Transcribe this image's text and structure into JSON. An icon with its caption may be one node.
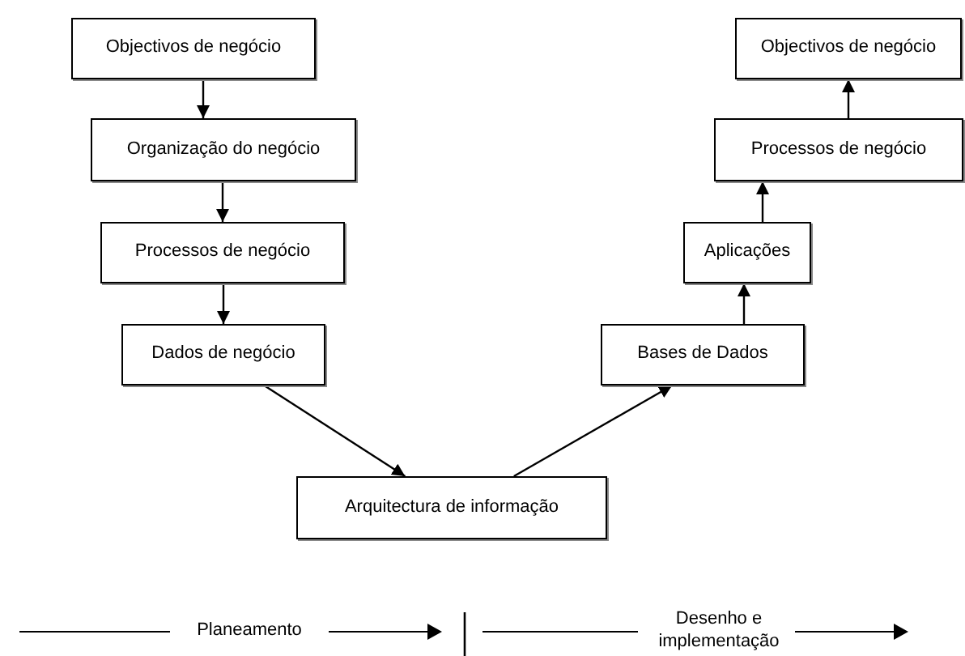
{
  "diagram": {
    "nodes": [
      {
        "text": [
          "Objectivos de negócio"
        ]
      },
      {
        "text": [
          "Organização do negócio"
        ]
      },
      {
        "text": [
          "Processos de negócio"
        ]
      },
      {
        "text": [
          "Dados de negócio"
        ]
      },
      {
        "text": [
          "Arquitectura de informação"
        ]
      },
      {
        "text": [
          "Bases de Dados"
        ]
      },
      {
        "text": [
          "Aplicações"
        ]
      },
      {
        "text": [
          "Processos de negócio"
        ]
      },
      {
        "text": [
          "Objectivos de negócio"
        ]
      }
    ],
    "edges": [
      {
        "from": 0,
        "to": 1,
        "arrow": "to"
      },
      {
        "from": 1,
        "to": 2,
        "arrow": "to"
      },
      {
        "from": 2,
        "to": 3,
        "arrow": "to"
      },
      {
        "from": 3,
        "to": 4,
        "arrow": "to"
      },
      {
        "from": 4,
        "to": 5,
        "arrow": "to"
      },
      {
        "from": 5,
        "to": 6,
        "arrow": "to"
      },
      {
        "from": 6,
        "to": 7,
        "arrow": "to"
      },
      {
        "from": 7,
        "to": 8,
        "arrow": "to"
      }
    ],
    "labels": [
      "Planeamento",
      "Desenho e implementação"
    ]
  }
}
